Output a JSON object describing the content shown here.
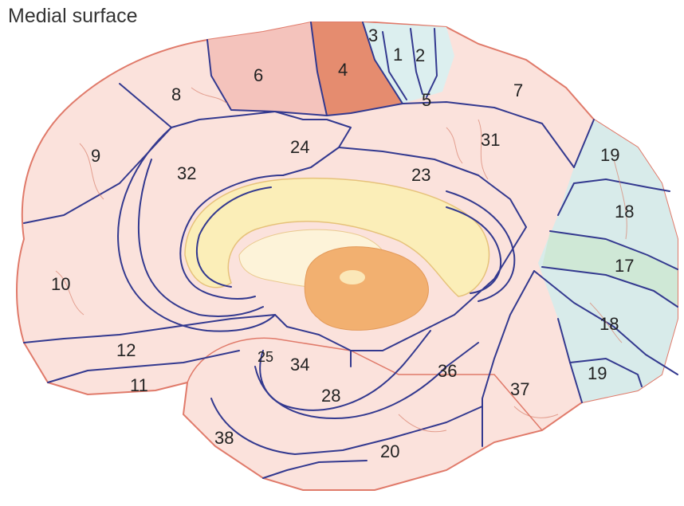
{
  "title": "Medial surface",
  "colors": {
    "cortex": "#fbe2dc",
    "outline": "#e07a6a",
    "motor_area_4": "#e58c6f",
    "premotor_area_6": "#f4c3bc",
    "somatosensory": "#dcefef",
    "visual_17": "#cfe8d6",
    "visual_18_19": "#d8ebea",
    "corpus_callosum": "#fbeeb8",
    "thalamus": "#f2b070",
    "boundary": "#33398f"
  },
  "areas": [
    "3",
    "1",
    "2",
    "6",
    "4",
    "8",
    "5",
    "7",
    "9",
    "24",
    "31",
    "32",
    "23",
    "19",
    "18",
    "17",
    "10",
    "18",
    "12",
    "25",
    "34",
    "36",
    "19",
    "11",
    "28",
    "37",
    "38",
    "20"
  ]
}
